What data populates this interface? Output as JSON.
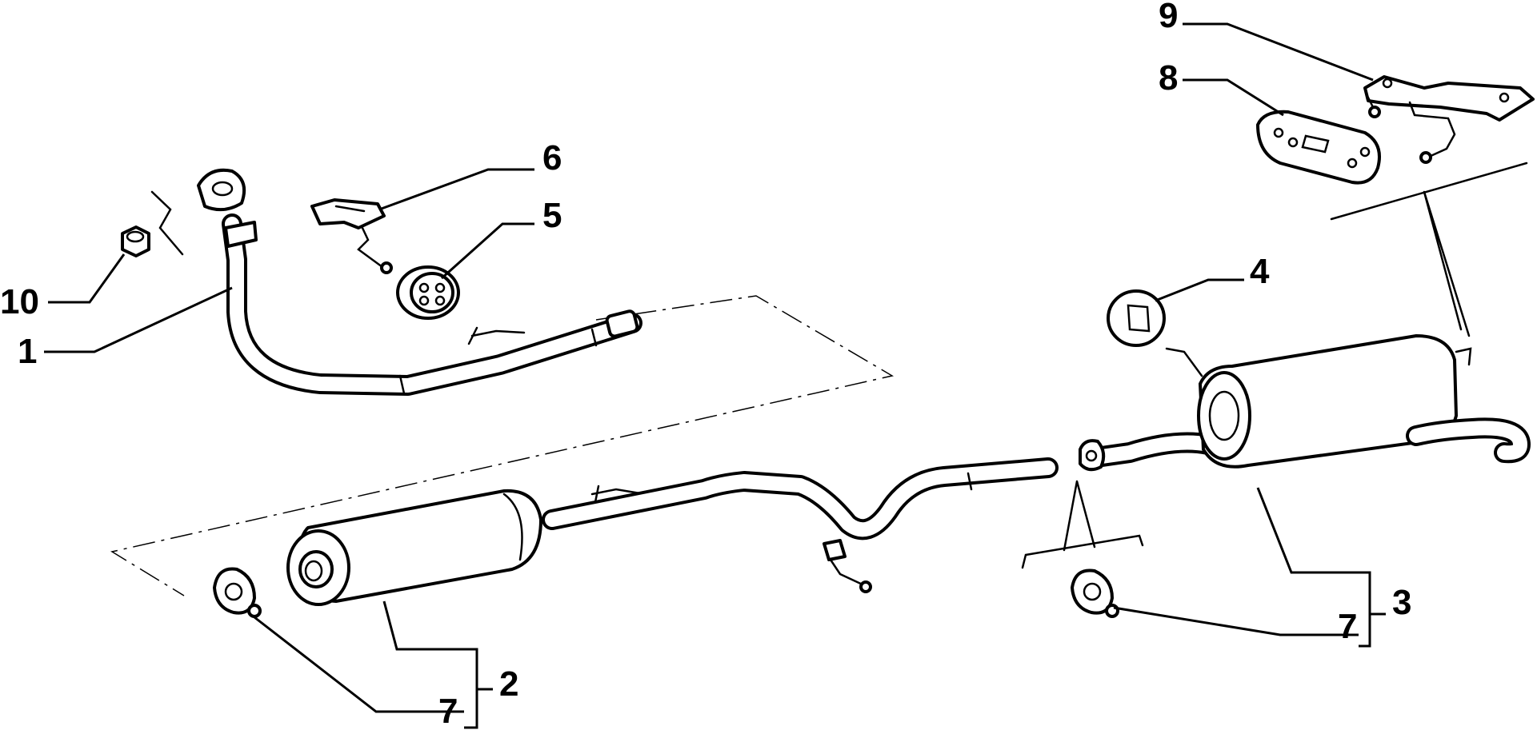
{
  "callouts": {
    "c1": "1",
    "c2": "2",
    "c3": "3",
    "c4": "4",
    "c5": "5",
    "c6": "6",
    "c7a": "7",
    "c7b": "7",
    "c8": "8",
    "c9": "9",
    "c10": "10"
  },
  "colors": {
    "ink": "#000000",
    "paper": "#ffffff"
  }
}
